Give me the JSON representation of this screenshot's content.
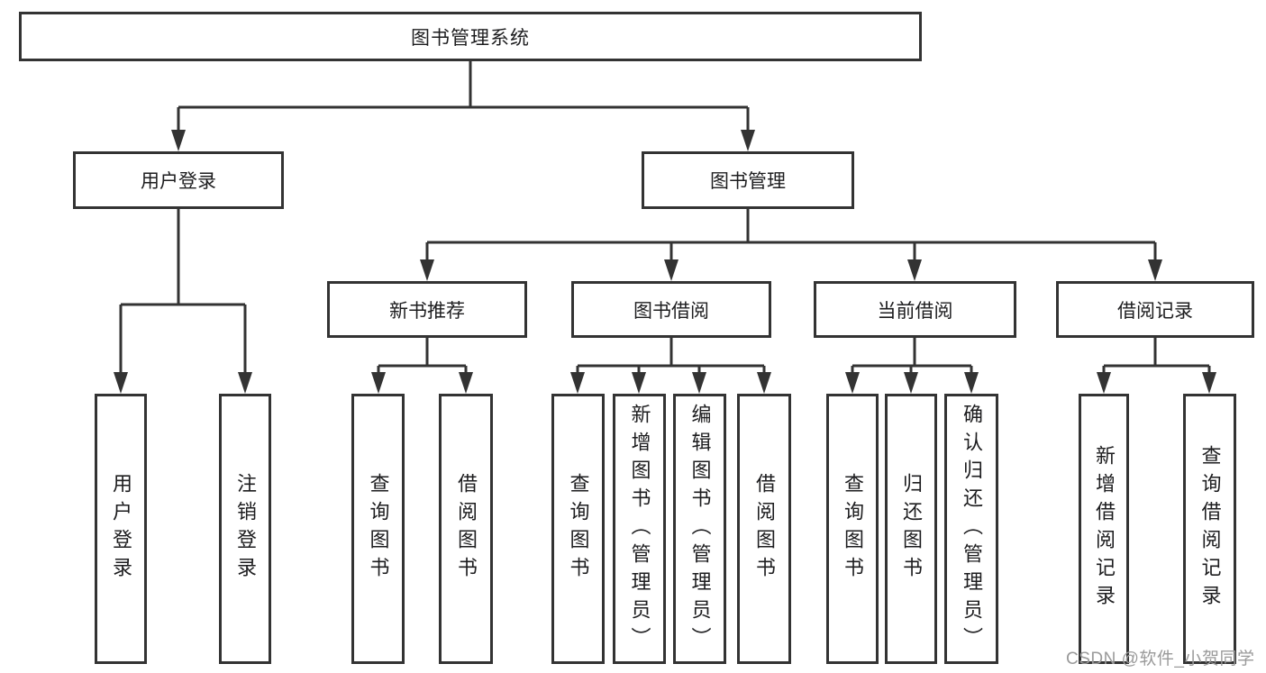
{
  "tree": {
    "label": "图书管理系统",
    "children": [
      {
        "label": "用户登录",
        "children": [
          {
            "label": "用户登录"
          },
          {
            "label": "注销登录"
          }
        ]
      },
      {
        "label": "图书管理",
        "children": [
          {
            "label": "新书推荐",
            "children": [
              {
                "label": "查询图书"
              },
              {
                "label": "借阅图书"
              }
            ]
          },
          {
            "label": "图书借阅",
            "children": [
              {
                "label": "查询图书"
              },
              {
                "label": "新增图书（管理员）"
              },
              {
                "label": "编辑图书（管理员）"
              },
              {
                "label": "借阅图书"
              }
            ]
          },
          {
            "label": "当前借阅",
            "children": [
              {
                "label": "查询图书"
              },
              {
                "label": "归还图书"
              },
              {
                "label": "确认归还（管理员）"
              }
            ]
          },
          {
            "label": "借阅记录",
            "children": [
              {
                "label": "新增借阅记录"
              },
              {
                "label": "查询借阅记录"
              }
            ]
          }
        ]
      }
    ]
  },
  "watermark": {
    "text": "CSDN @软件_小贺同学"
  },
  "colors": {
    "line": "#333333",
    "text": "#1d1d1f",
    "watermark": "#9a9a9a",
    "background": "#ffffff"
  }
}
